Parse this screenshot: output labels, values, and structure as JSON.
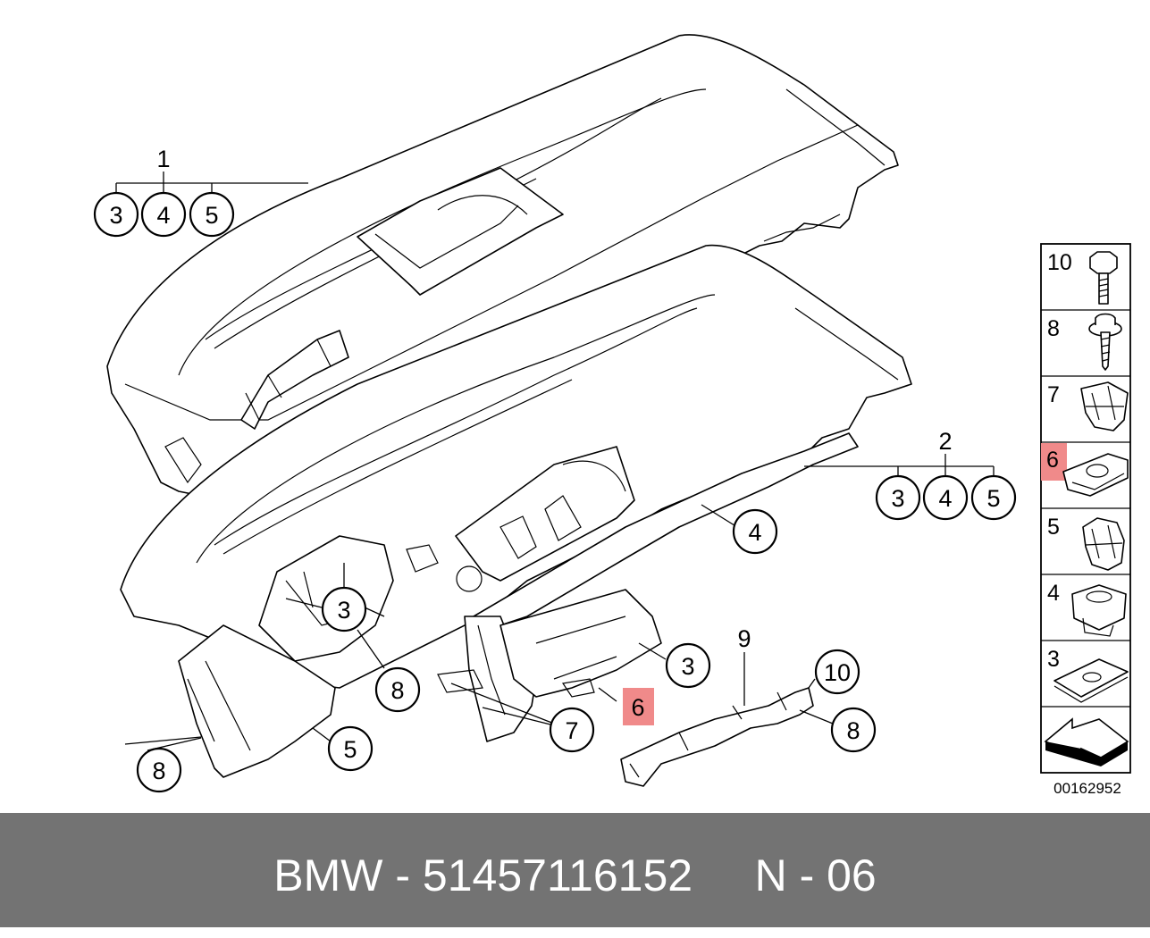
{
  "brand": "BMW",
  "part_number": "51457116152",
  "position_label": "N - 06",
  "footer_separator": "-",
  "diagram_id": "00162952",
  "highlight_color": "#f08a8a",
  "footer_bg": "#737373",
  "groups": [
    {
      "number": "1",
      "members": [
        "3",
        "4",
        "5"
      ]
    },
    {
      "number": "2",
      "members": [
        "3",
        "4",
        "5"
      ]
    }
  ],
  "callouts": [
    "3",
    "4",
    "5",
    "3",
    "8",
    "7",
    "6",
    "3",
    "4",
    "8",
    "5",
    "10",
    "8"
  ],
  "plain_labels": [
    "9"
  ],
  "legend": [
    {
      "number": "10",
      "icon": "hex-bolt-icon",
      "highlighted": false
    },
    {
      "number": "8",
      "icon": "screw-with-washer-icon",
      "highlighted": false
    },
    {
      "number": "7",
      "icon": "spring-clip-icon",
      "highlighted": false
    },
    {
      "number": "6",
      "icon": "nut-clip-icon",
      "highlighted": true
    },
    {
      "number": "5",
      "icon": "clamp-clip-icon",
      "highlighted": false
    },
    {
      "number": "4",
      "icon": "square-grommet-icon",
      "highlighted": false
    },
    {
      "number": "3",
      "icon": "flat-speed-nut-icon",
      "highlighted": false
    },
    {
      "number": "",
      "icon": "direction-arrow-icon",
      "highlighted": false
    }
  ]
}
